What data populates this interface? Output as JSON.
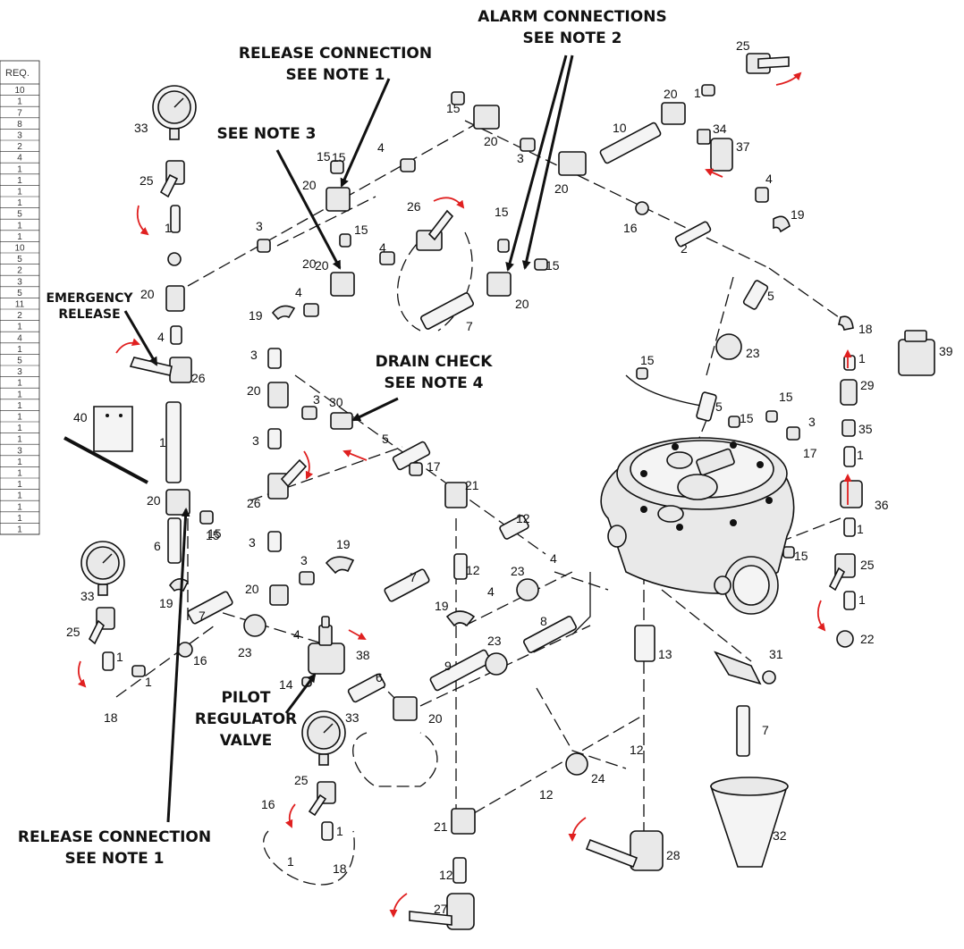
{
  "callouts": {
    "alarm_connections": [
      "ALARM CONNECTIONS",
      "SEE NOTE 2"
    ],
    "release_connection_top": [
      "RELEASE CONNECTION",
      "SEE NOTE 1"
    ],
    "see_note_3": [
      "SEE NOTE 3"
    ],
    "emergency_release": [
      "EMERGENCY",
      "RELEASE"
    ],
    "drain_check": [
      "DRAIN CHECK",
      "SEE NOTE 4"
    ],
    "pilot_regulator": [
      "PILOT",
      "REGULATOR",
      "VALVE"
    ],
    "release_connection_bottom": [
      "RELEASE CONNECTION",
      "SEE NOTE 1"
    ]
  },
  "req_table": {
    "header": "REQ.",
    "values": [
      "10",
      "1",
      "7",
      "8",
      "3",
      "2",
      "4",
      "1",
      "1",
      "1",
      "1",
      "5",
      "1",
      "1",
      "10",
      "5",
      "2",
      "3",
      "5",
      "11",
      "2",
      "1",
      "4",
      "1",
      "5",
      "3",
      "1",
      "1",
      "1",
      "1",
      "1",
      "1",
      "3",
      "1",
      "1",
      "1",
      "1",
      "1",
      "1",
      "1"
    ]
  },
  "part_labels": [
    {
      "id": "p1",
      "text": "33"
    },
    {
      "id": "p2",
      "text": "25"
    },
    {
      "id": "p3",
      "text": "1"
    },
    {
      "id": "p4",
      "text": "20"
    },
    {
      "id": "p5",
      "text": "4"
    },
    {
      "id": "p6",
      "text": "26"
    },
    {
      "id": "p7",
      "text": "40"
    },
    {
      "id": "p8",
      "text": "1"
    },
    {
      "id": "p9",
      "text": "20"
    },
    {
      "id": "p10",
      "text": "15"
    },
    {
      "id": "p11",
      "text": "6"
    },
    {
      "id": "p12",
      "text": "19"
    },
    {
      "id": "p13",
      "text": "33"
    },
    {
      "id": "p14",
      "text": "25"
    },
    {
      "id": "p15",
      "text": "1"
    },
    {
      "id": "p16",
      "text": "18"
    },
    {
      "id": "p17",
      "text": "1"
    },
    {
      "id": "p18",
      "text": "16"
    },
    {
      "id": "p19",
      "text": "15"
    },
    {
      "id": "p20",
      "text": "20"
    },
    {
      "id": "p21",
      "text": "4"
    },
    {
      "id": "p22",
      "text": "3"
    },
    {
      "id": "p23",
      "text": "15"
    },
    {
      "id": "p24",
      "text": "20"
    },
    {
      "id": "p25",
      "text": "26"
    },
    {
      "id": "p26",
      "text": "4"
    },
    {
      "id": "p27",
      "text": "4"
    },
    {
      "id": "p28",
      "text": "19"
    },
    {
      "id": "p29",
      "text": "3"
    },
    {
      "id": "p30",
      "text": "20"
    },
    {
      "id": "p31",
      "text": "3"
    },
    {
      "id": "p32",
      "text": "30"
    },
    {
      "id": "p33",
      "text": "3"
    },
    {
      "id": "p34",
      "text": "26"
    },
    {
      "id": "p35",
      "text": "3"
    },
    {
      "id": "p36",
      "text": "20"
    },
    {
      "id": "p37",
      "text": "3"
    },
    {
      "id": "p38",
      "text": "19"
    },
    {
      "id": "p39",
      "text": "7"
    },
    {
      "id": "p40",
      "text": "7"
    },
    {
      "id": "p41",
      "text": "23"
    },
    {
      "id": "p42",
      "text": "4"
    },
    {
      "id": "p43",
      "text": "38"
    },
    {
      "id": "p44",
      "text": "14"
    },
    {
      "id": "p45",
      "text": "6"
    },
    {
      "id": "p46",
      "text": "33"
    },
    {
      "id": "p47",
      "text": "25"
    },
    {
      "id": "p48",
      "text": "16"
    },
    {
      "id": "p49",
      "text": "1"
    },
    {
      "id": "p50",
      "text": "1"
    },
    {
      "id": "p51",
      "text": "18"
    },
    {
      "id": "p52",
      "text": "15"
    },
    {
      "id": "p53",
      "text": "20"
    },
    {
      "id": "p54",
      "text": "15"
    },
    {
      "id": "p55",
      "text": "20"
    },
    {
      "id": "p56",
      "text": "7"
    },
    {
      "id": "p57",
      "text": "5"
    },
    {
      "id": "p58",
      "text": "17"
    },
    {
      "id": "p59",
      "text": "21"
    },
    {
      "id": "p60",
      "text": "12"
    },
    {
      "id": "p61",
      "text": "4"
    },
    {
      "id": "p62",
      "text": "23"
    },
    {
      "id": "p63",
      "text": "12"
    },
    {
      "id": "p64",
      "text": "19"
    },
    {
      "id": "p65",
      "text": "4"
    },
    {
      "id": "p66",
      "text": "8"
    },
    {
      "id": "p67",
      "text": "23"
    },
    {
      "id": "p68",
      "text": "9"
    },
    {
      "id": "p69",
      "text": "20"
    },
    {
      "id": "p70",
      "text": "13"
    },
    {
      "id": "p71",
      "text": "12"
    },
    {
      "id": "p72",
      "text": "24"
    },
    {
      "id": "p73",
      "text": "12"
    },
    {
      "id": "p74",
      "text": "21"
    },
    {
      "id": "p75",
      "text": "12"
    },
    {
      "id": "p76",
      "text": "27"
    },
    {
      "id": "p77",
      "text": "28"
    },
    {
      "id": "p78",
      "text": "15"
    },
    {
      "id": "p79",
      "text": "20"
    },
    {
      "id": "p80",
      "text": "3"
    },
    {
      "id": "p81",
      "text": "20"
    },
    {
      "id": "p82",
      "text": "10"
    },
    {
      "id": "p83",
      "text": "20"
    },
    {
      "id": "p84",
      "text": "1"
    },
    {
      "id": "p85",
      "text": "25"
    },
    {
      "id": "p86",
      "text": "34"
    },
    {
      "id": "p87",
      "text": "37"
    },
    {
      "id": "p88",
      "text": "16"
    },
    {
      "id": "p89",
      "text": "2"
    },
    {
      "id": "p90",
      "text": "4"
    },
    {
      "id": "p91",
      "text": "19"
    },
    {
      "id": "p92",
      "text": "5"
    },
    {
      "id": "p93",
      "text": "23"
    },
    {
      "id": "p94",
      "text": "5"
    },
    {
      "id": "p95",
      "text": "15"
    },
    {
      "id": "p96",
      "text": "15"
    },
    {
      "id": "p97",
      "text": "15"
    },
    {
      "id": "p98",
      "text": "3"
    },
    {
      "id": "p99",
      "text": "18"
    },
    {
      "id": "p100",
      "text": "1"
    },
    {
      "id": "p101",
      "text": "39"
    },
    {
      "id": "p102",
      "text": "29"
    },
    {
      "id": "p103",
      "text": "17"
    },
    {
      "id": "p104",
      "text": "35"
    },
    {
      "id": "p105",
      "text": "1"
    },
    {
      "id": "p106",
      "text": "36"
    },
    {
      "id": "p107",
      "text": "1"
    },
    {
      "id": "p108",
      "text": "25"
    },
    {
      "id": "p109",
      "text": "1"
    },
    {
      "id": "p110",
      "text": "22"
    },
    {
      "id": "p111",
      "text": "15"
    },
    {
      "id": "p112",
      "text": "31"
    },
    {
      "id": "p113",
      "text": "7"
    },
    {
      "id": "p114",
      "text": "32"
    },
    {
      "id": "p115",
      "text": "15"
    },
    {
      "id": "p116",
      "text": "15"
    }
  ]
}
